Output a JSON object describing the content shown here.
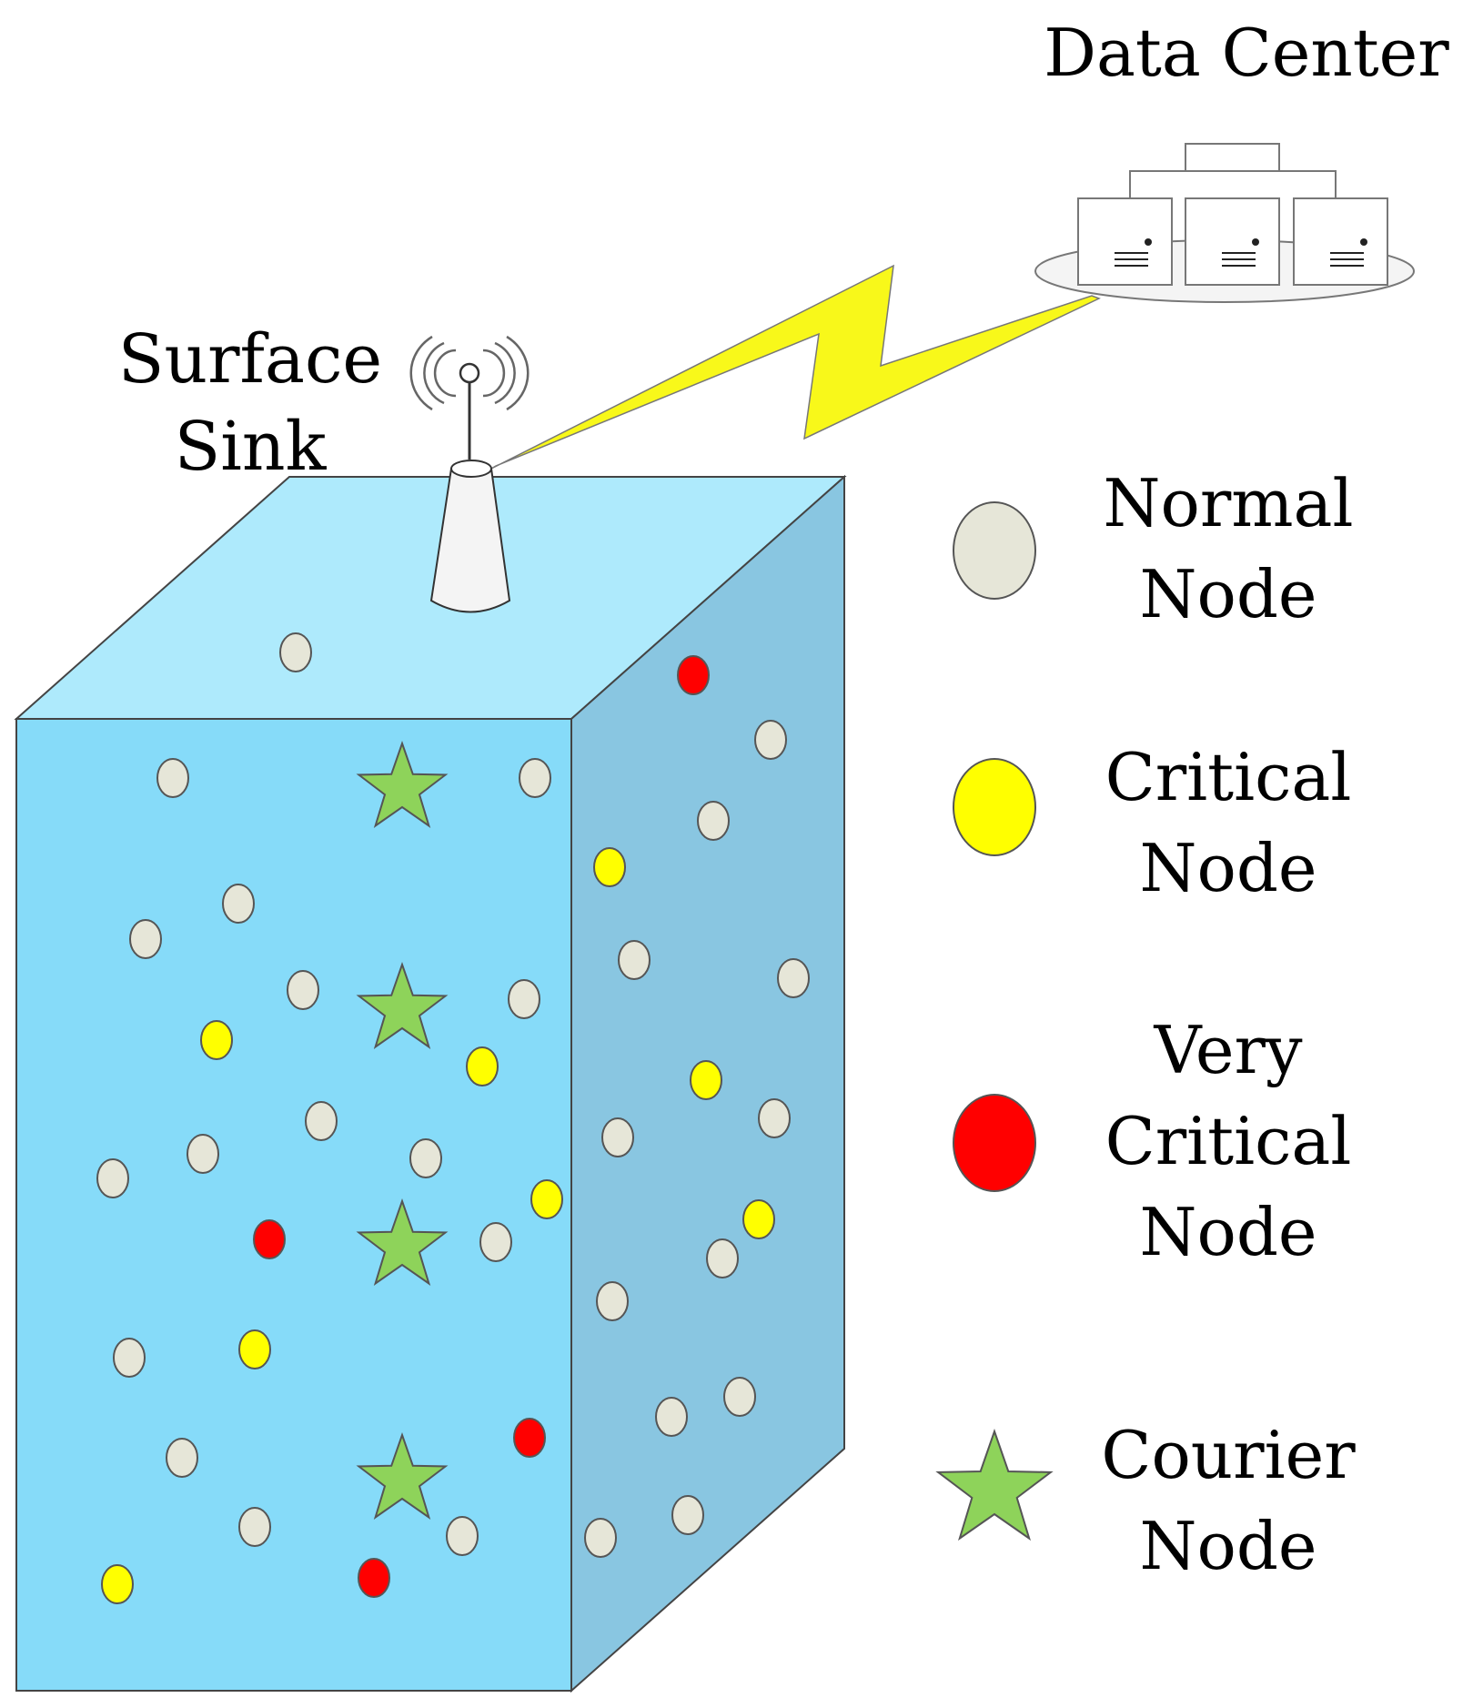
{
  "labels": {
    "data_center": "Data Center",
    "surface_sink": [
      "Surface",
      "Sink"
    ]
  },
  "legend": [
    {
      "key": "normal",
      "lines": [
        "Normal",
        "Node"
      ],
      "color": "#e6e6d8"
    },
    {
      "key": "critical",
      "lines": [
        "Critical",
        "Node"
      ],
      "color": "#ffff00"
    },
    {
      "key": "very-critical",
      "lines": [
        "Very",
        "Critical",
        "Node"
      ],
      "color": "#ff0000"
    },
    {
      "key": "courier",
      "lines": [
        "Courier",
        "Node"
      ],
      "color": "#8ed35a"
    }
  ],
  "colors": {
    "water_front": "#86dbf9",
    "water_top": "#aeeafc",
    "water_side": "#89c6e1",
    "lightning": "#f8f81a",
    "outline": "#333333"
  },
  "icons": [
    "radio-wave-icon",
    "antenna-icon",
    "server-icon",
    "lightning-link-icon"
  ]
}
